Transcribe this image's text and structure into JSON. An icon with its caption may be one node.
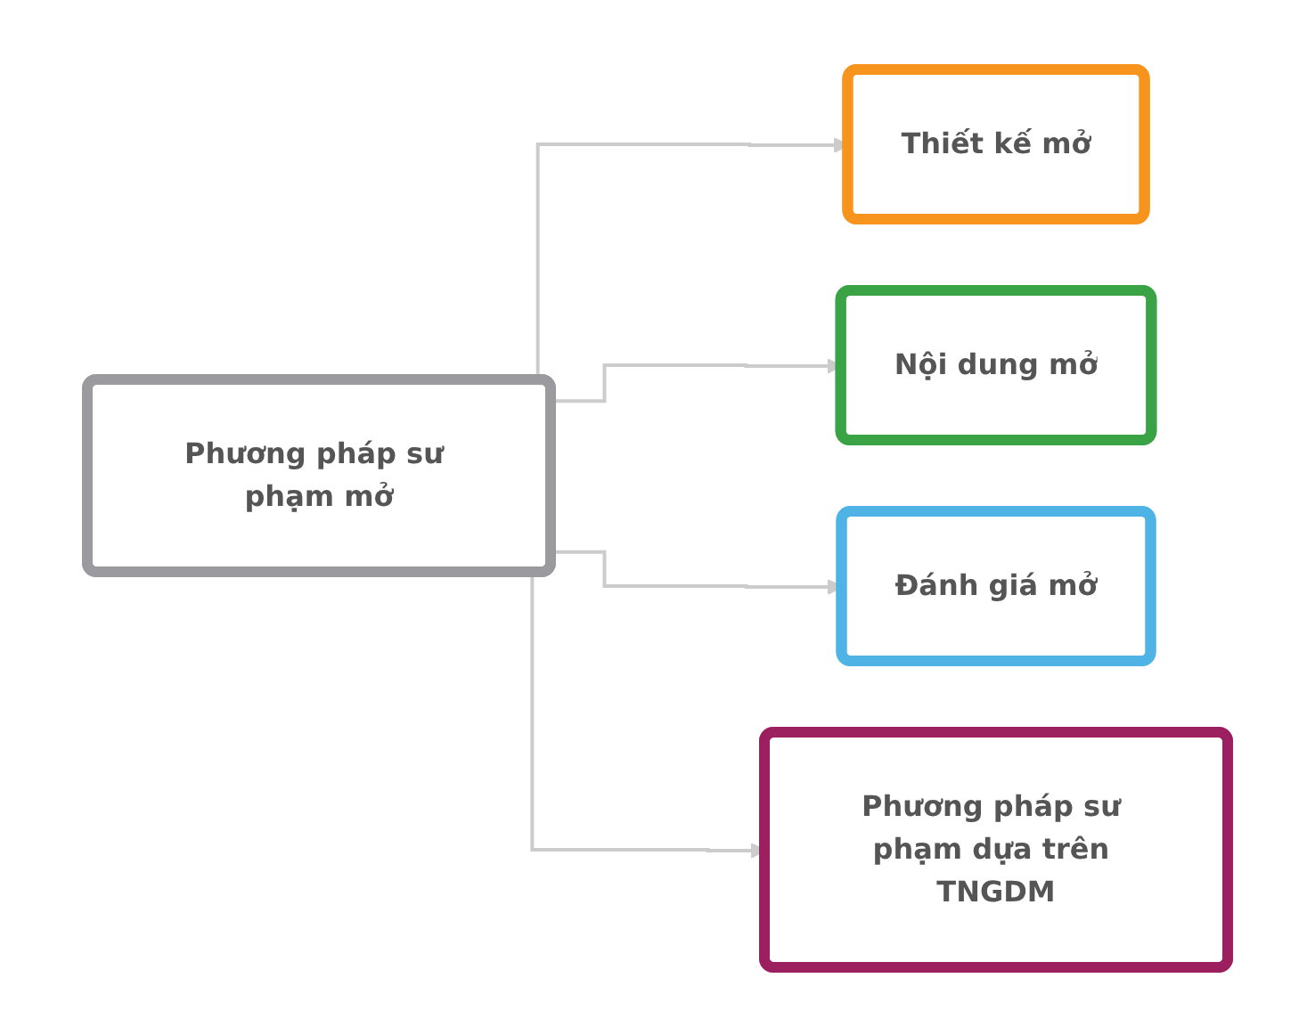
{
  "diagram": {
    "nodes": [
      {
        "text": [
          "Phương pháp sư phạm mở"
        ]
      },
      {
        "text": [
          "Thiết kế mở"
        ]
      },
      {
        "text": [
          "Nội dung mở"
        ]
      },
      {
        "text": [
          "Đánh giá mở"
        ]
      },
      {
        "text": [
          "Phương pháp sư phạm dựa trên TNGDM"
        ]
      }
    ],
    "edges": [
      {
        "from": 0,
        "to": 1,
        "arrow": "to"
      },
      {
        "from": 0,
        "to": 2,
        "arrow": "to"
      },
      {
        "from": 0,
        "to": 3,
        "arrow": "to"
      },
      {
        "from": 0,
        "to": 4,
        "arrow": "to"
      }
    ]
  }
}
